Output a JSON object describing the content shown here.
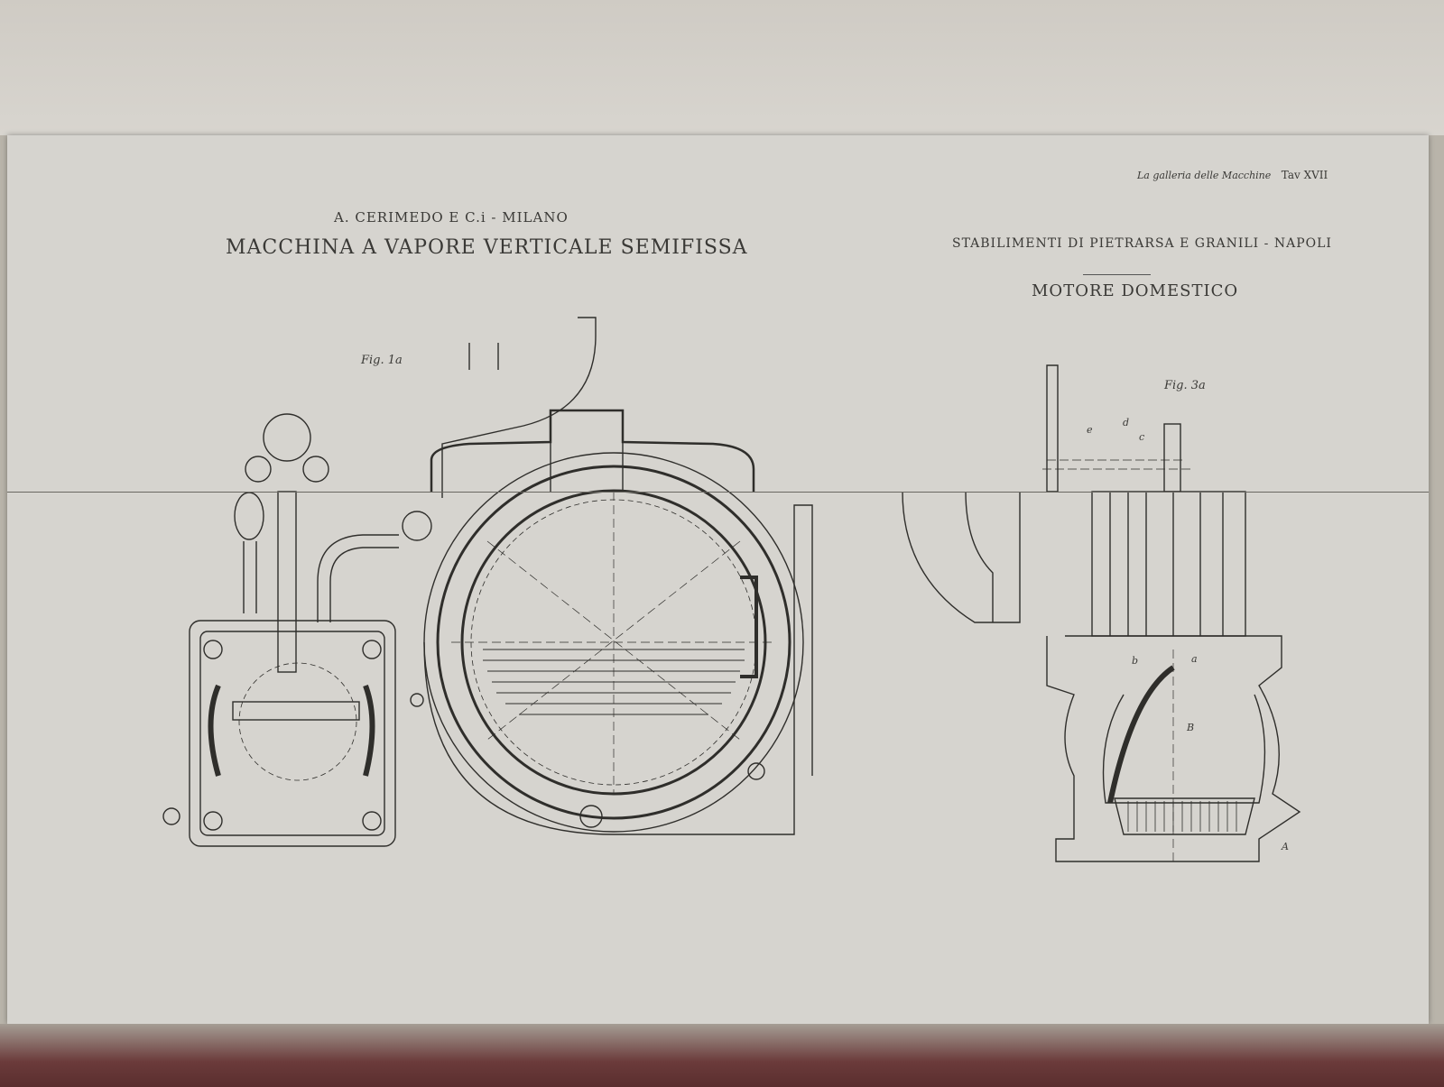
{
  "plate": {
    "series": "La galleria delle Macchine",
    "plate_number": "Tav XVII"
  },
  "left_drawing": {
    "maker": "A. CERIMEDO E C.i - MILANO",
    "title": "MACCHINA A VAPORE VERTICALE SEMIFISSA",
    "figure_label": "Fig. 1a"
  },
  "right_drawing": {
    "maker": "STABILIMENTI DI PIETRARSA E GRANILI - NAPOLI",
    "title": "MOTORE DOMESTICO",
    "figure_label": "Fig. 3a",
    "part_labels": [
      "e",
      "d",
      "c",
      "b",
      "a",
      "B",
      "A"
    ]
  },
  "colors": {
    "paper": "#d6d4cf",
    "ink": "#3a3936"
  }
}
